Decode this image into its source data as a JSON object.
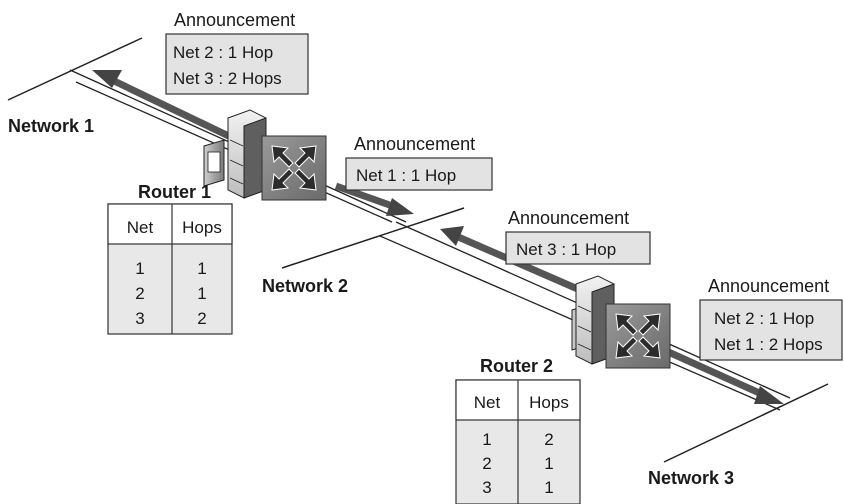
{
  "networks": {
    "network1": "Network 1",
    "network2": "Network 2",
    "network3": "Network 3"
  },
  "router1": {
    "title": "Router 1",
    "col_net": "Net",
    "col_hops": "Hops",
    "rows": [
      {
        "net": "1",
        "hops": "1"
      },
      {
        "net": "2",
        "hops": "1"
      },
      {
        "net": "3",
        "hops": "2"
      }
    ]
  },
  "router2": {
    "title": "Router 2",
    "col_net": "Net",
    "col_hops": "Hops",
    "rows": [
      {
        "net": "1",
        "hops": "2"
      },
      {
        "net": "2",
        "hops": "1"
      },
      {
        "net": "3",
        "hops": "1"
      }
    ]
  },
  "announcements": {
    "a1": {
      "title": "Announcement",
      "lines": [
        "Net 2 : 1 Hop",
        "Net 3 : 2 Hops"
      ]
    },
    "a2": {
      "title": "Announcement",
      "lines": [
        "Net 1 : 1 Hop"
      ]
    },
    "a3": {
      "title": "Announcement",
      "lines": [
        "Net 3 : 1 Hop"
      ]
    },
    "a4": {
      "title": "Announcement",
      "lines": [
        "Net 2 : 1 Hop",
        "Net 1 : 2 Hops"
      ]
    }
  }
}
